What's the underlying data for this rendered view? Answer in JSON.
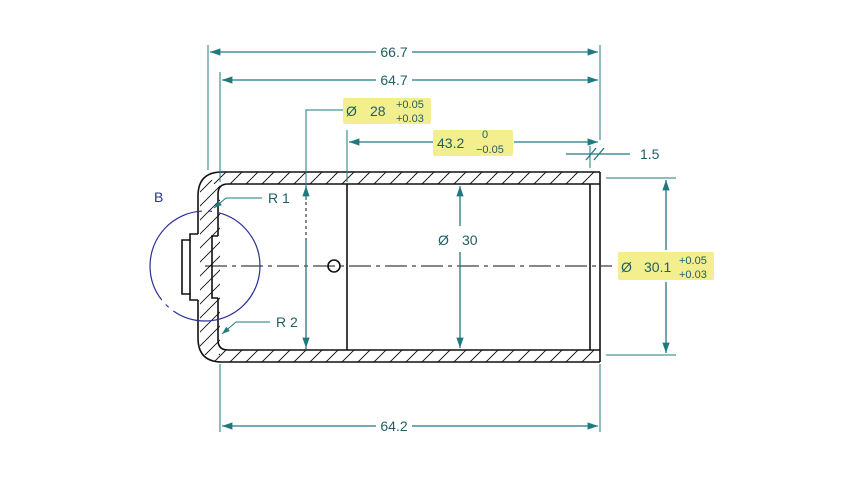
{
  "colors": {
    "dimension": "#1f7a80",
    "text": "#1f5e66",
    "part": "#111111",
    "detail_circle": "#2b3196",
    "highlight": "#f3ef8e"
  },
  "dimensions": {
    "overall_length": "66.7",
    "body_length": "64.7",
    "bottom_length": "64.2",
    "bore_depth": "43.2",
    "bore_depth_tol_upper": "0",
    "bore_depth_tol_lower": "−0.05",
    "inner_dia_symbol": "Ø",
    "inner_dia": "28",
    "inner_dia_tol_upper": "+0.05",
    "inner_dia_tol_lower": "+0.03",
    "bore_dia_symbol": "Ø",
    "bore_dia": "30",
    "outer_dia_symbol": "Ø",
    "outer_dia": "30.1",
    "outer_dia_tol_upper": "+0.05",
    "outer_dia_tol_lower": "+0.03",
    "wall_thickness": "1.5",
    "radius_top": "R 1",
    "radius_bottom": "R 2",
    "detail_label": "B"
  }
}
